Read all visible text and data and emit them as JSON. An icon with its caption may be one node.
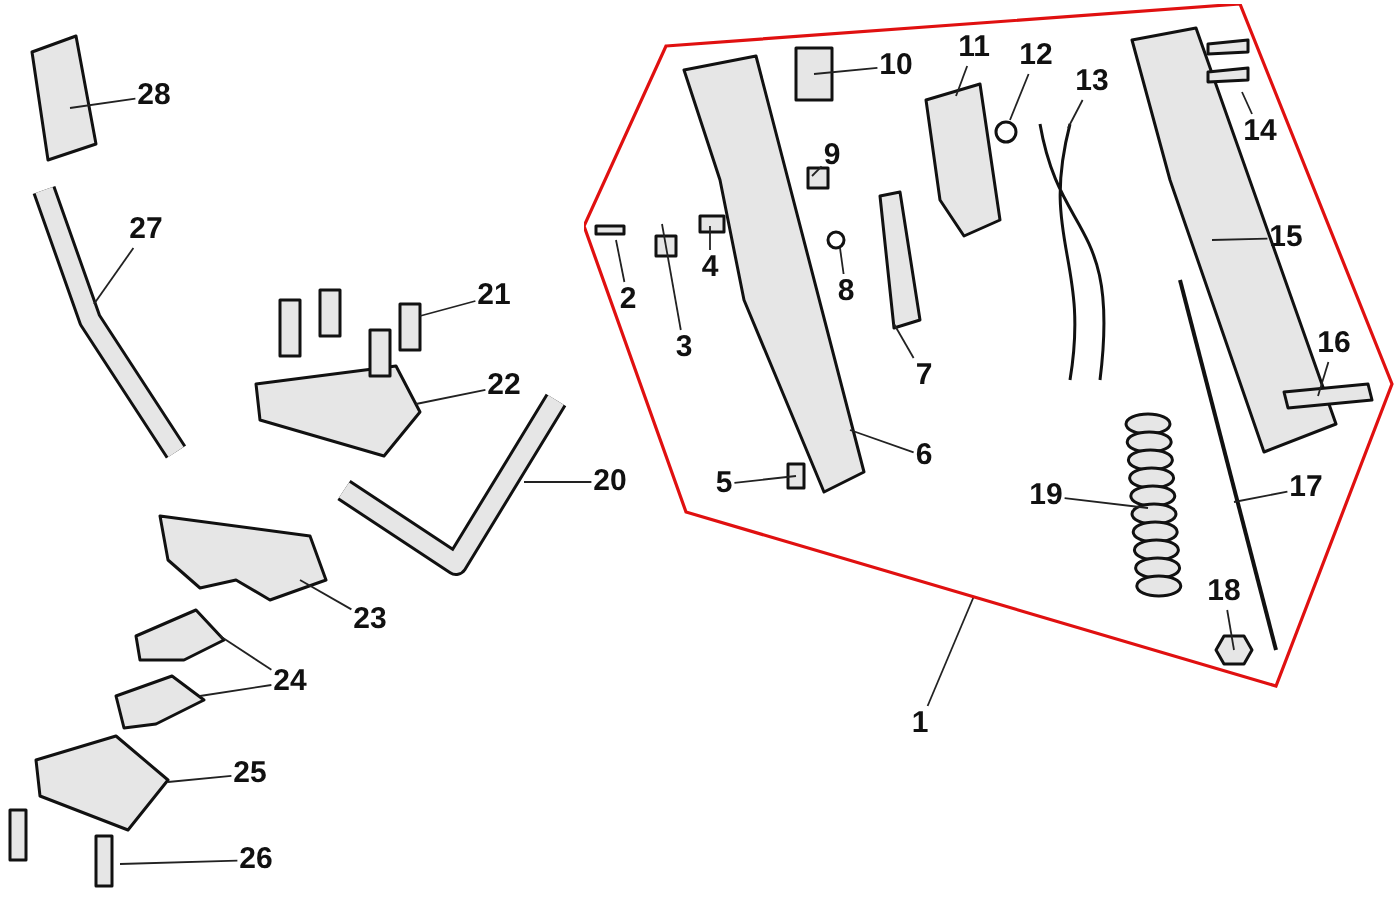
{
  "diagram": {
    "nodes": [
      {
        "text": [],
        "shape": "hexagon"
      },
      {
        "text": [
          "1"
        ]
      },
      {
        "text": [
          "2"
        ],
        "in": 0
      },
      {
        "text": [
          "3"
        ],
        "in": 0
      },
      {
        "text": [
          "4"
        ],
        "in": 0
      },
      {
        "text": [
          "5"
        ],
        "in": 0
      },
      {
        "text": [
          "6"
        ],
        "in": 0
      },
      {
        "text": [
          "7"
        ],
        "in": 0
      },
      {
        "text": [
          "8"
        ],
        "in": 0
      },
      {
        "text": [
          "9"
        ],
        "in": 0
      },
      {
        "text": [
          "10"
        ],
        "in": 0
      },
      {
        "text": [
          "11"
        ],
        "in": 0
      },
      {
        "text": [
          "12"
        ],
        "in": 0
      },
      {
        "text": [
          "13"
        ],
        "in": 0
      },
      {
        "text": [
          "14"
        ],
        "in": 0
      },
      {
        "text": [
          "15"
        ],
        "in": 0
      },
      {
        "text": [
          "16"
        ],
        "in": 0
      },
      {
        "text": [
          "17"
        ],
        "in": 0
      },
      {
        "text": [
          "18"
        ],
        "in": 0
      },
      {
        "text": [
          "19"
        ],
        "in": 0
      },
      {
        "text": [
          "20"
        ]
      },
      {
        "text": [
          "21"
        ]
      },
      {
        "text": [
          "22"
        ]
      },
      {
        "text": [
          "23"
        ]
      },
      {
        "text": [
          "24"
        ]
      },
      {
        "text": [
          "25"
        ]
      },
      {
        "text": [
          "26"
        ]
      },
      {
        "text": [
          "27"
        ]
      },
      {
        "text": [
          "28"
        ]
      }
    ],
    "edges": [
      {
        "from": 1,
        "to": 0,
        "arrow": "none"
      },
      {
        "from": 2,
        "to": null,
        "arrow": "none"
      },
      {
        "from": 3,
        "to": null,
        "arrow": "none"
      },
      {
        "from": 4,
        "to": null,
        "arrow": "none"
      },
      {
        "from": 5,
        "to": null,
        "arrow": "none"
      },
      {
        "from": 6,
        "to": null,
        "arrow": "none"
      },
      {
        "from": 7,
        "to": null,
        "arrow": "none"
      },
      {
        "from": 8,
        "to": null,
        "arrow": "none"
      },
      {
        "from": 9,
        "to": null,
        "arrow": "none"
      },
      {
        "from": 10,
        "to": null,
        "arrow": "none"
      },
      {
        "from": 11,
        "to": null,
        "arrow": "none"
      },
      {
        "from": 12,
        "to": null,
        "arrow": "none"
      },
      {
        "from": 13,
        "to": null,
        "arrow": "none"
      },
      {
        "from": 14,
        "to": null,
        "arrow": "none"
      },
      {
        "from": 15,
        "to": null,
        "arrow": "none"
      },
      {
        "from": 16,
        "to": null,
        "arrow": "none"
      },
      {
        "from": 17,
        "to": null,
        "arrow": "none"
      },
      {
        "from": 18,
        "to": null,
        "arrow": "none"
      },
      {
        "from": 19,
        "to": null,
        "arrow": "none"
      },
      {
        "from": 20,
        "to": null,
        "arrow": "none"
      },
      {
        "from": 21,
        "to": null,
        "arrow": "none"
      },
      {
        "from": 22,
        "to": null,
        "arrow": "none"
      },
      {
        "from": 23,
        "to": null,
        "arrow": "none"
      },
      {
        "from": 24,
        "to": null,
        "arrow": "none"
      },
      {
        "from": 24,
        "to": null,
        "arrow": "none"
      },
      {
        "from": 25,
        "to": null,
        "arrow": "none"
      },
      {
        "from": 26,
        "to": null,
        "arrow": "none"
      },
      {
        "from": 27,
        "to": null,
        "arrow": "none"
      },
      {
        "from": 28,
        "to": null,
        "arrow": "none"
      }
    ]
  }
}
